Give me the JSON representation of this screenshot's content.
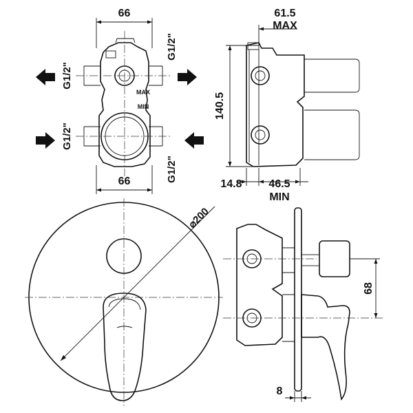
{
  "dimensions": {
    "top_view_width": "66",
    "top_view_width_bottom": "66",
    "side_depth_max": "61.5",
    "side_max_label": "MAX",
    "side_height": "140.5",
    "side_offset": "14.8",
    "side_depth_min": "46.5",
    "side_min_label": "MIN",
    "plate_diameter": "⌀200",
    "lower_offset": "68",
    "plate_thickness": "8"
  },
  "thread_labels": {
    "left_upper": "G1/2\"",
    "left_lower": "G1/2\"",
    "right_upper": "G1/2\"",
    "right_lower": "G1/2\""
  },
  "body_labels": {
    "max": "MAX",
    "min": "MIN"
  }
}
